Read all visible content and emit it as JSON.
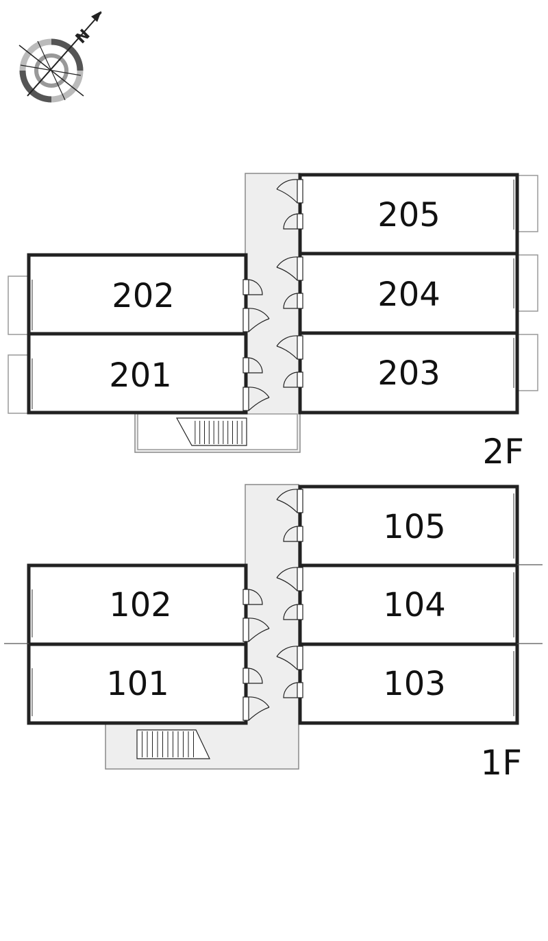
{
  "compass": {
    "icon": "north-compass-icon",
    "north_label": "N"
  },
  "floors": [
    {
      "label": "2F",
      "rooms": [
        "205",
        "204",
        "203",
        "202",
        "201"
      ]
    },
    {
      "label": "1F",
      "rooms": [
        "105",
        "104",
        "103",
        "102",
        "101"
      ]
    }
  ]
}
